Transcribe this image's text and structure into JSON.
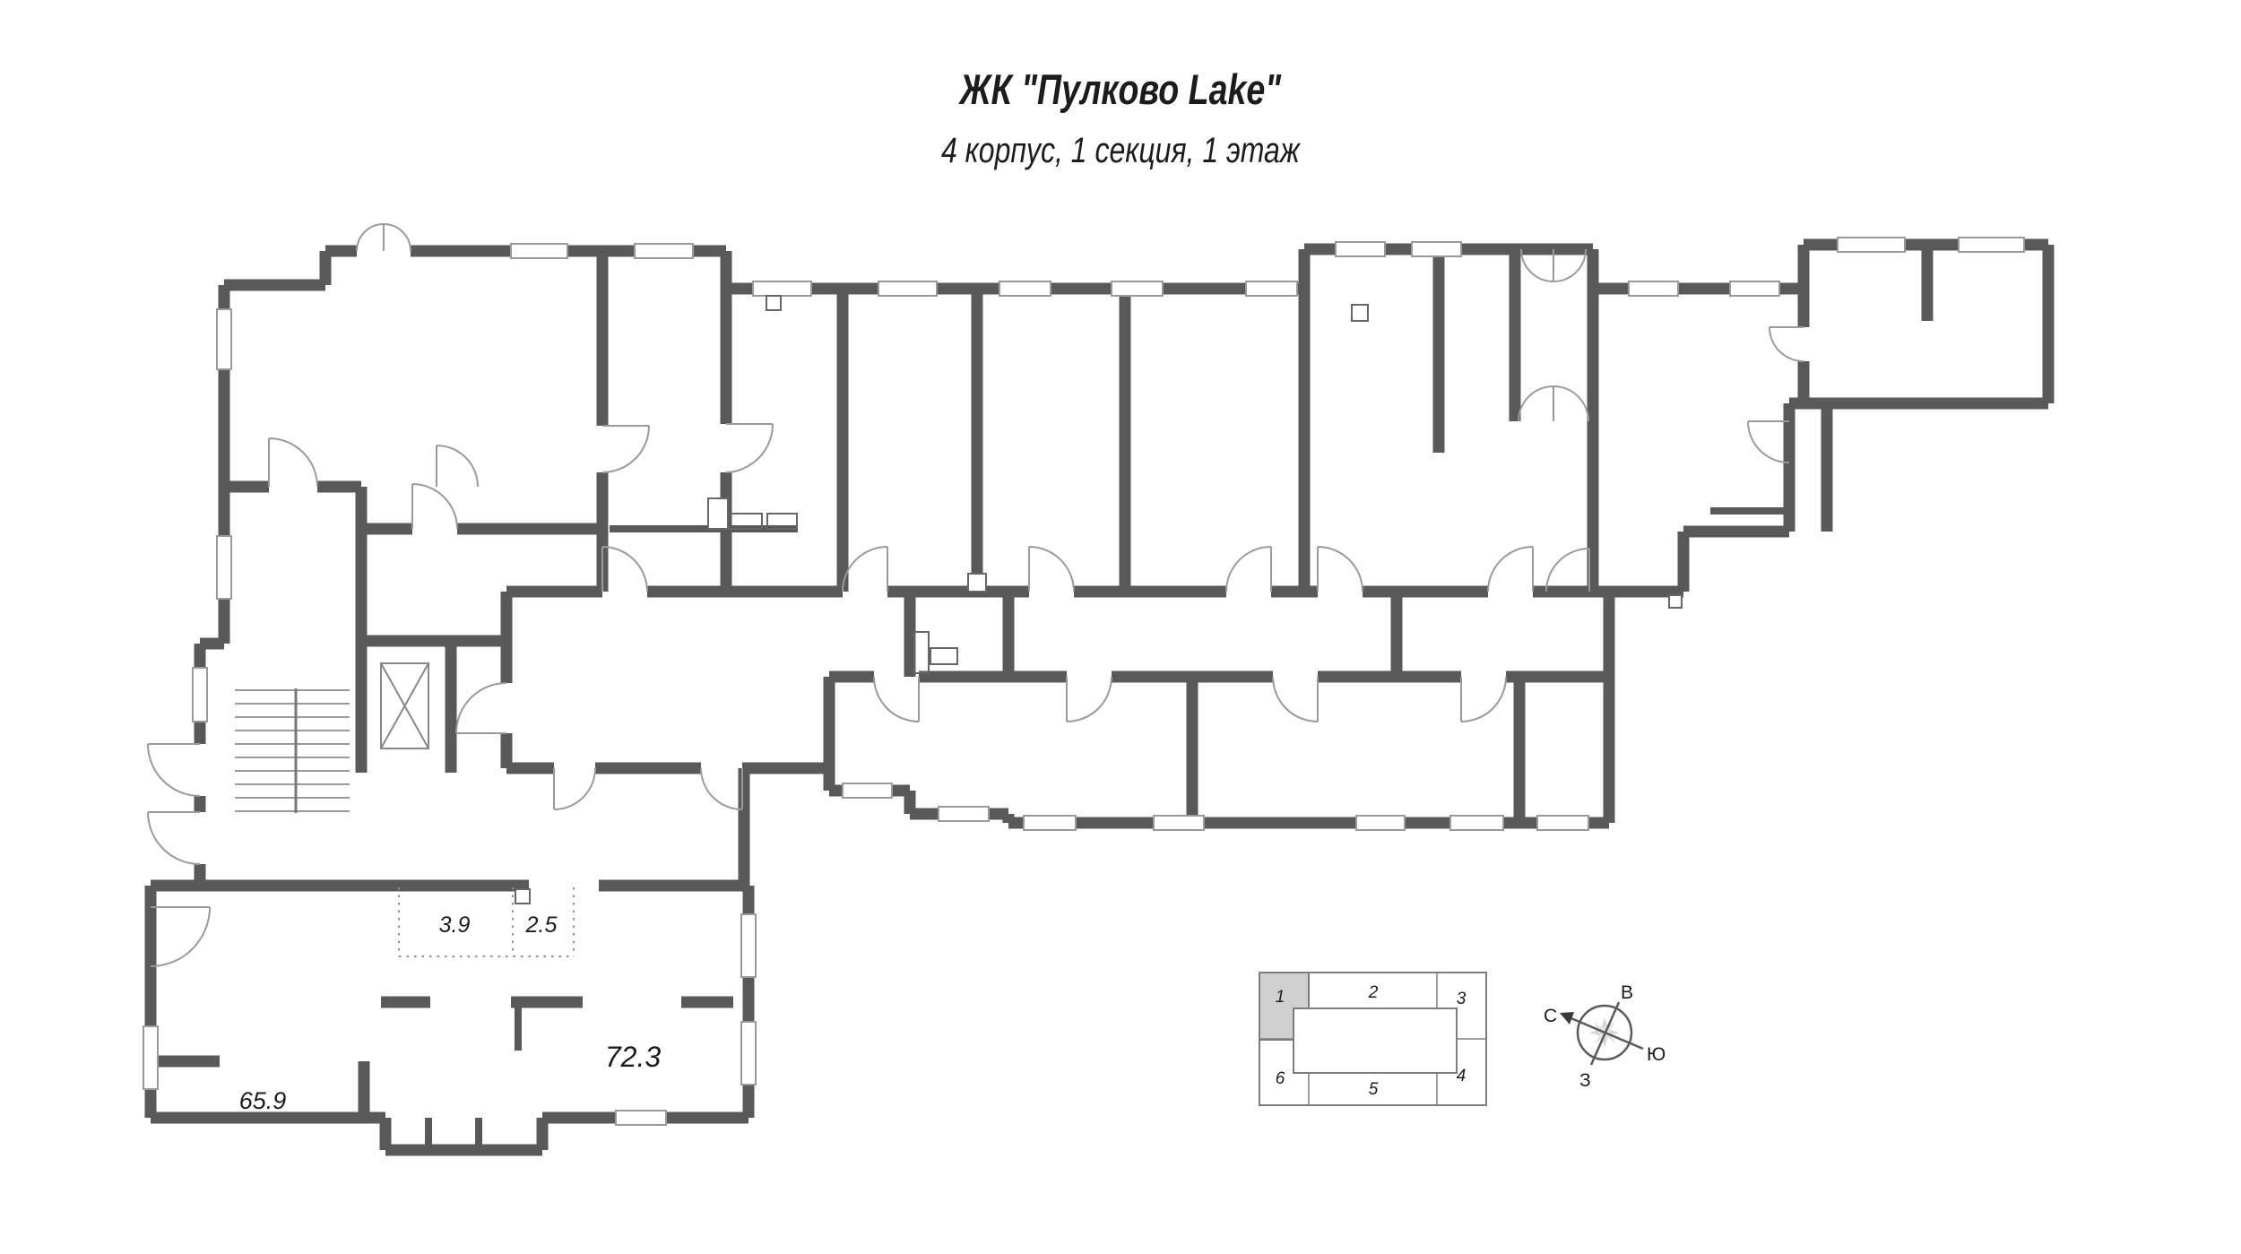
{
  "header": {
    "title": "ЖК \"Пулково Lake\"",
    "subtitle": "4 корпус, 1 секция, 1 этаж"
  },
  "plan": {
    "labels": {
      "storage_a": "3.9",
      "storage_b": "2.5",
      "hall": "72.3",
      "room_left": "65.9"
    }
  },
  "keyplan": {
    "sections": [
      {
        "label": "1",
        "highlighted": true
      },
      {
        "label": "2",
        "highlighted": false
      },
      {
        "label": "3",
        "highlighted": false
      },
      {
        "label": "4",
        "highlighted": false
      },
      {
        "label": "5",
        "highlighted": false
      },
      {
        "label": "6",
        "highlighted": false
      }
    ],
    "highlight_color": "#d0d0d0"
  },
  "compass": {
    "north": "С",
    "east": "В",
    "south": "Ю",
    "west": "З"
  },
  "colors": {
    "wall": "#595959",
    "thin_line": "#9a9a9a"
  }
}
